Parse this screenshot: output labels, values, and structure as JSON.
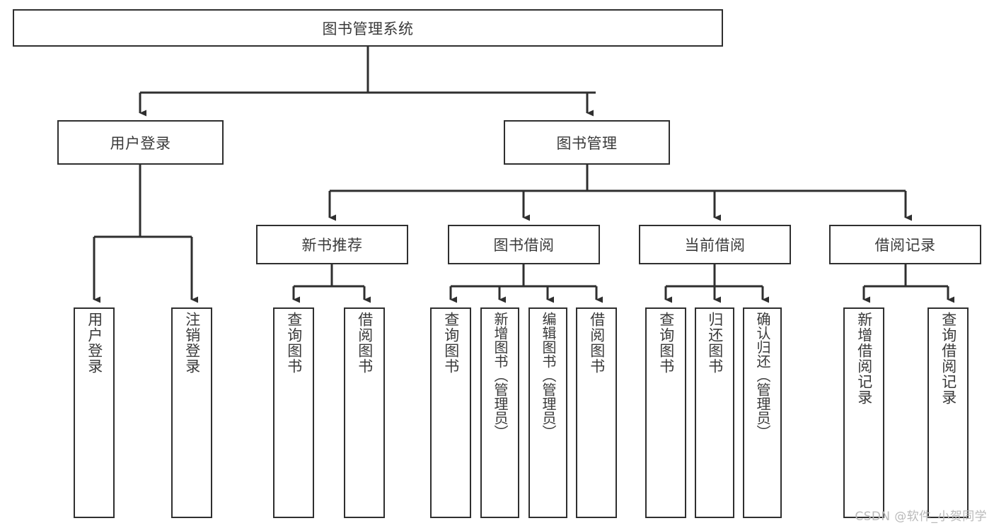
{
  "diagram": {
    "title": "图书管理系统",
    "type": "hierarchy-tree",
    "root": {
      "label": "图书管理系统"
    },
    "level2": [
      {
        "label": "用户登录"
      },
      {
        "label": "图书管理"
      }
    ],
    "level3": [
      {
        "label": "新书推荐"
      },
      {
        "label": "图书借阅"
      },
      {
        "label": "当前借阅"
      },
      {
        "label": "借阅记录"
      }
    ],
    "leaves": {
      "user_login": [
        {
          "label": "用户登录"
        },
        {
          "label": "注销登录"
        }
      ],
      "new_book_recommend": [
        {
          "label": "查询图书"
        },
        {
          "label": "借阅图书"
        }
      ],
      "book_borrow": [
        {
          "label": "查询图书"
        },
        {
          "label": "新增图书（管理员）"
        },
        {
          "label": "编辑图书（管理员）"
        },
        {
          "label": "借阅图书"
        }
      ],
      "current_borrow": [
        {
          "label": "查询图书"
        },
        {
          "label": "归还图书"
        },
        {
          "label": "确认归还（管理员）"
        }
      ],
      "borrow_record": [
        {
          "label": "新增借阅记录"
        },
        {
          "label": "查询借阅记录"
        }
      ]
    }
  },
  "watermark": {
    "text": "CSDN @软件_小贺同学"
  },
  "colors": {
    "border": "#2f2f2f",
    "text": "#3a3a3a",
    "background": "#ffffff",
    "watermark": "#b9b9b9"
  }
}
